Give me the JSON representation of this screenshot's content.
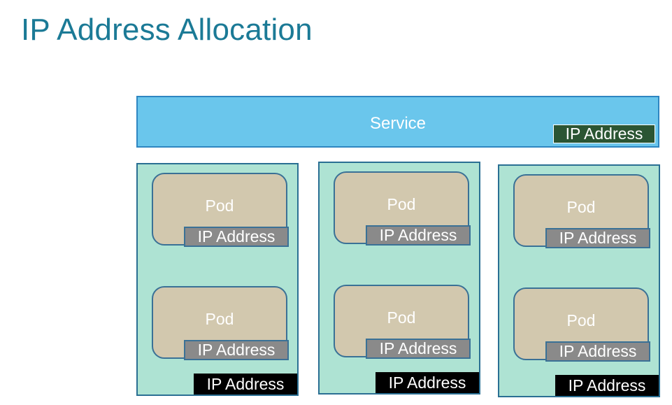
{
  "title": "IP Address Allocation",
  "service": {
    "label": "Service",
    "ip_label": "IP Address",
    "ip_color": "#2b5533"
  },
  "nodes": [
    {
      "pods": [
        {
          "label": "Pod",
          "ip_label": "IP Address"
        },
        {
          "label": "Pod",
          "ip_label": "IP Address"
        }
      ],
      "ip_label": "IP Address"
    },
    {
      "pods": [
        {
          "label": "Pod",
          "ip_label": "IP Address"
        },
        {
          "label": "Pod",
          "ip_label": "IP Address"
        }
      ],
      "ip_label": "IP Address"
    },
    {
      "pods": [
        {
          "label": "Pod",
          "ip_label": "IP Address"
        },
        {
          "label": "Pod",
          "ip_label": "IP Address"
        }
      ],
      "ip_label": "IP Address"
    }
  ],
  "colors": {
    "title": "#1b7a96",
    "service_fill": "#6ac6ec",
    "node_fill": "#aee3d3",
    "pod_fill": "#d2c8ae",
    "pod_ip_fill": "#8a8a8a",
    "node_ip_fill": "#000000"
  }
}
